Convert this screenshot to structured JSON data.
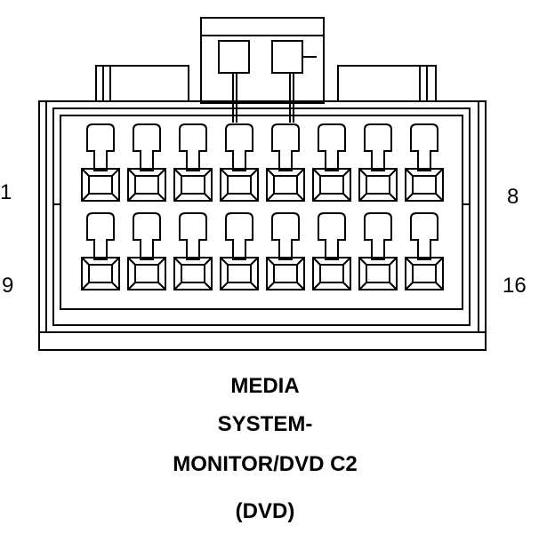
{
  "connector": {
    "pin_labels": {
      "top_left": "1",
      "top_right": "8",
      "bottom_left": "9",
      "bottom_right": "16"
    },
    "caption_lines": [
      "MEDIA",
      "SYSTEM-",
      "MONITOR/DVD C2",
      "(DVD)"
    ],
    "rows": 2,
    "pins_per_row": 8
  }
}
